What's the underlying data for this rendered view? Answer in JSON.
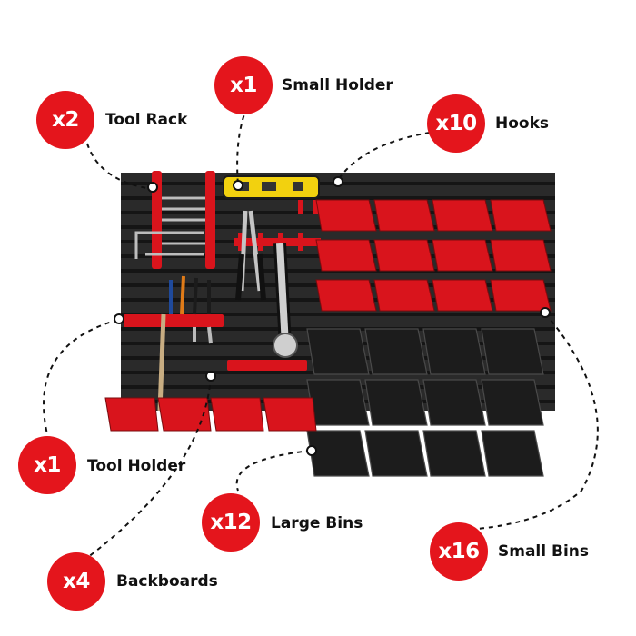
{
  "callouts": {
    "tool_rack": {
      "qty": "x2",
      "label": "Tool Rack"
    },
    "small_holder": {
      "qty": "x1",
      "label": "Small Holder"
    },
    "hooks": {
      "qty": "x10",
      "label": "Hooks"
    },
    "tool_holder": {
      "qty": "x1",
      "label": "Tool Holder"
    },
    "large_bins": {
      "qty": "x12",
      "label": "Large Bins"
    },
    "small_bins": {
      "qty": "x16",
      "label": "Small Bins"
    },
    "backboards": {
      "qty": "x4",
      "label": "Backboards"
    }
  },
  "colors": {
    "badge": "#e4151c",
    "bin_red": "#d9141c",
    "bin_black": "#1c1c1c",
    "board": "#2a2a2a"
  }
}
